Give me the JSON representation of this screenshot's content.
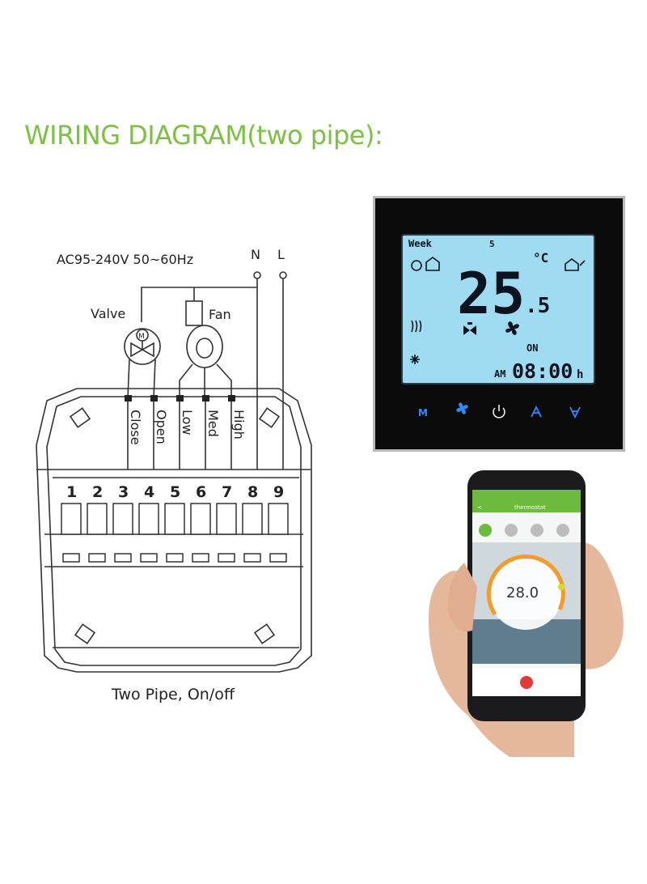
{
  "title": "WIRING DIAGRAM(two pipe):",
  "wiring": {
    "supply_label": "AC95-240V  50~60Hz",
    "neutral_label": "N",
    "live_label": "L",
    "valve_label": "Valve",
    "valve_motor_label": "M",
    "fan_label": "Fan",
    "terminal_wire_labels": [
      "Close",
      "Open",
      "Low",
      "Med",
      "High"
    ],
    "terminal_numbers": [
      "1",
      "2",
      "3",
      "4",
      "5",
      "6",
      "7",
      "8",
      "9"
    ],
    "caption": "Two Pipe, On/off"
  },
  "thermostat": {
    "day_label": "Week",
    "day_number": "5",
    "temperature_main": "25",
    "temperature_decimal": ".5",
    "unit": "°C",
    "status_label": "ON",
    "am_pm": "AM",
    "time": "08:00",
    "hour_suffix": "h",
    "buttons": [
      {
        "name": "mode-button",
        "glyph": "M"
      },
      {
        "name": "fan-button",
        "glyph": "fan"
      },
      {
        "name": "power-button",
        "glyph": "power"
      },
      {
        "name": "up-button",
        "glyph": "up"
      },
      {
        "name": "down-button",
        "glyph": "down"
      }
    ],
    "colors": {
      "lcd": "#9fdcf2",
      "frame": "#0b0b0c",
      "button_glow": "#2a8cff"
    }
  },
  "phone_app": {
    "nav_title": "thermostat",
    "set_temperature": "28.0",
    "colors": {
      "app_bar": "#6cbb3c",
      "dial_orange": "#f39c2a",
      "power_red": "#e53935"
    }
  }
}
